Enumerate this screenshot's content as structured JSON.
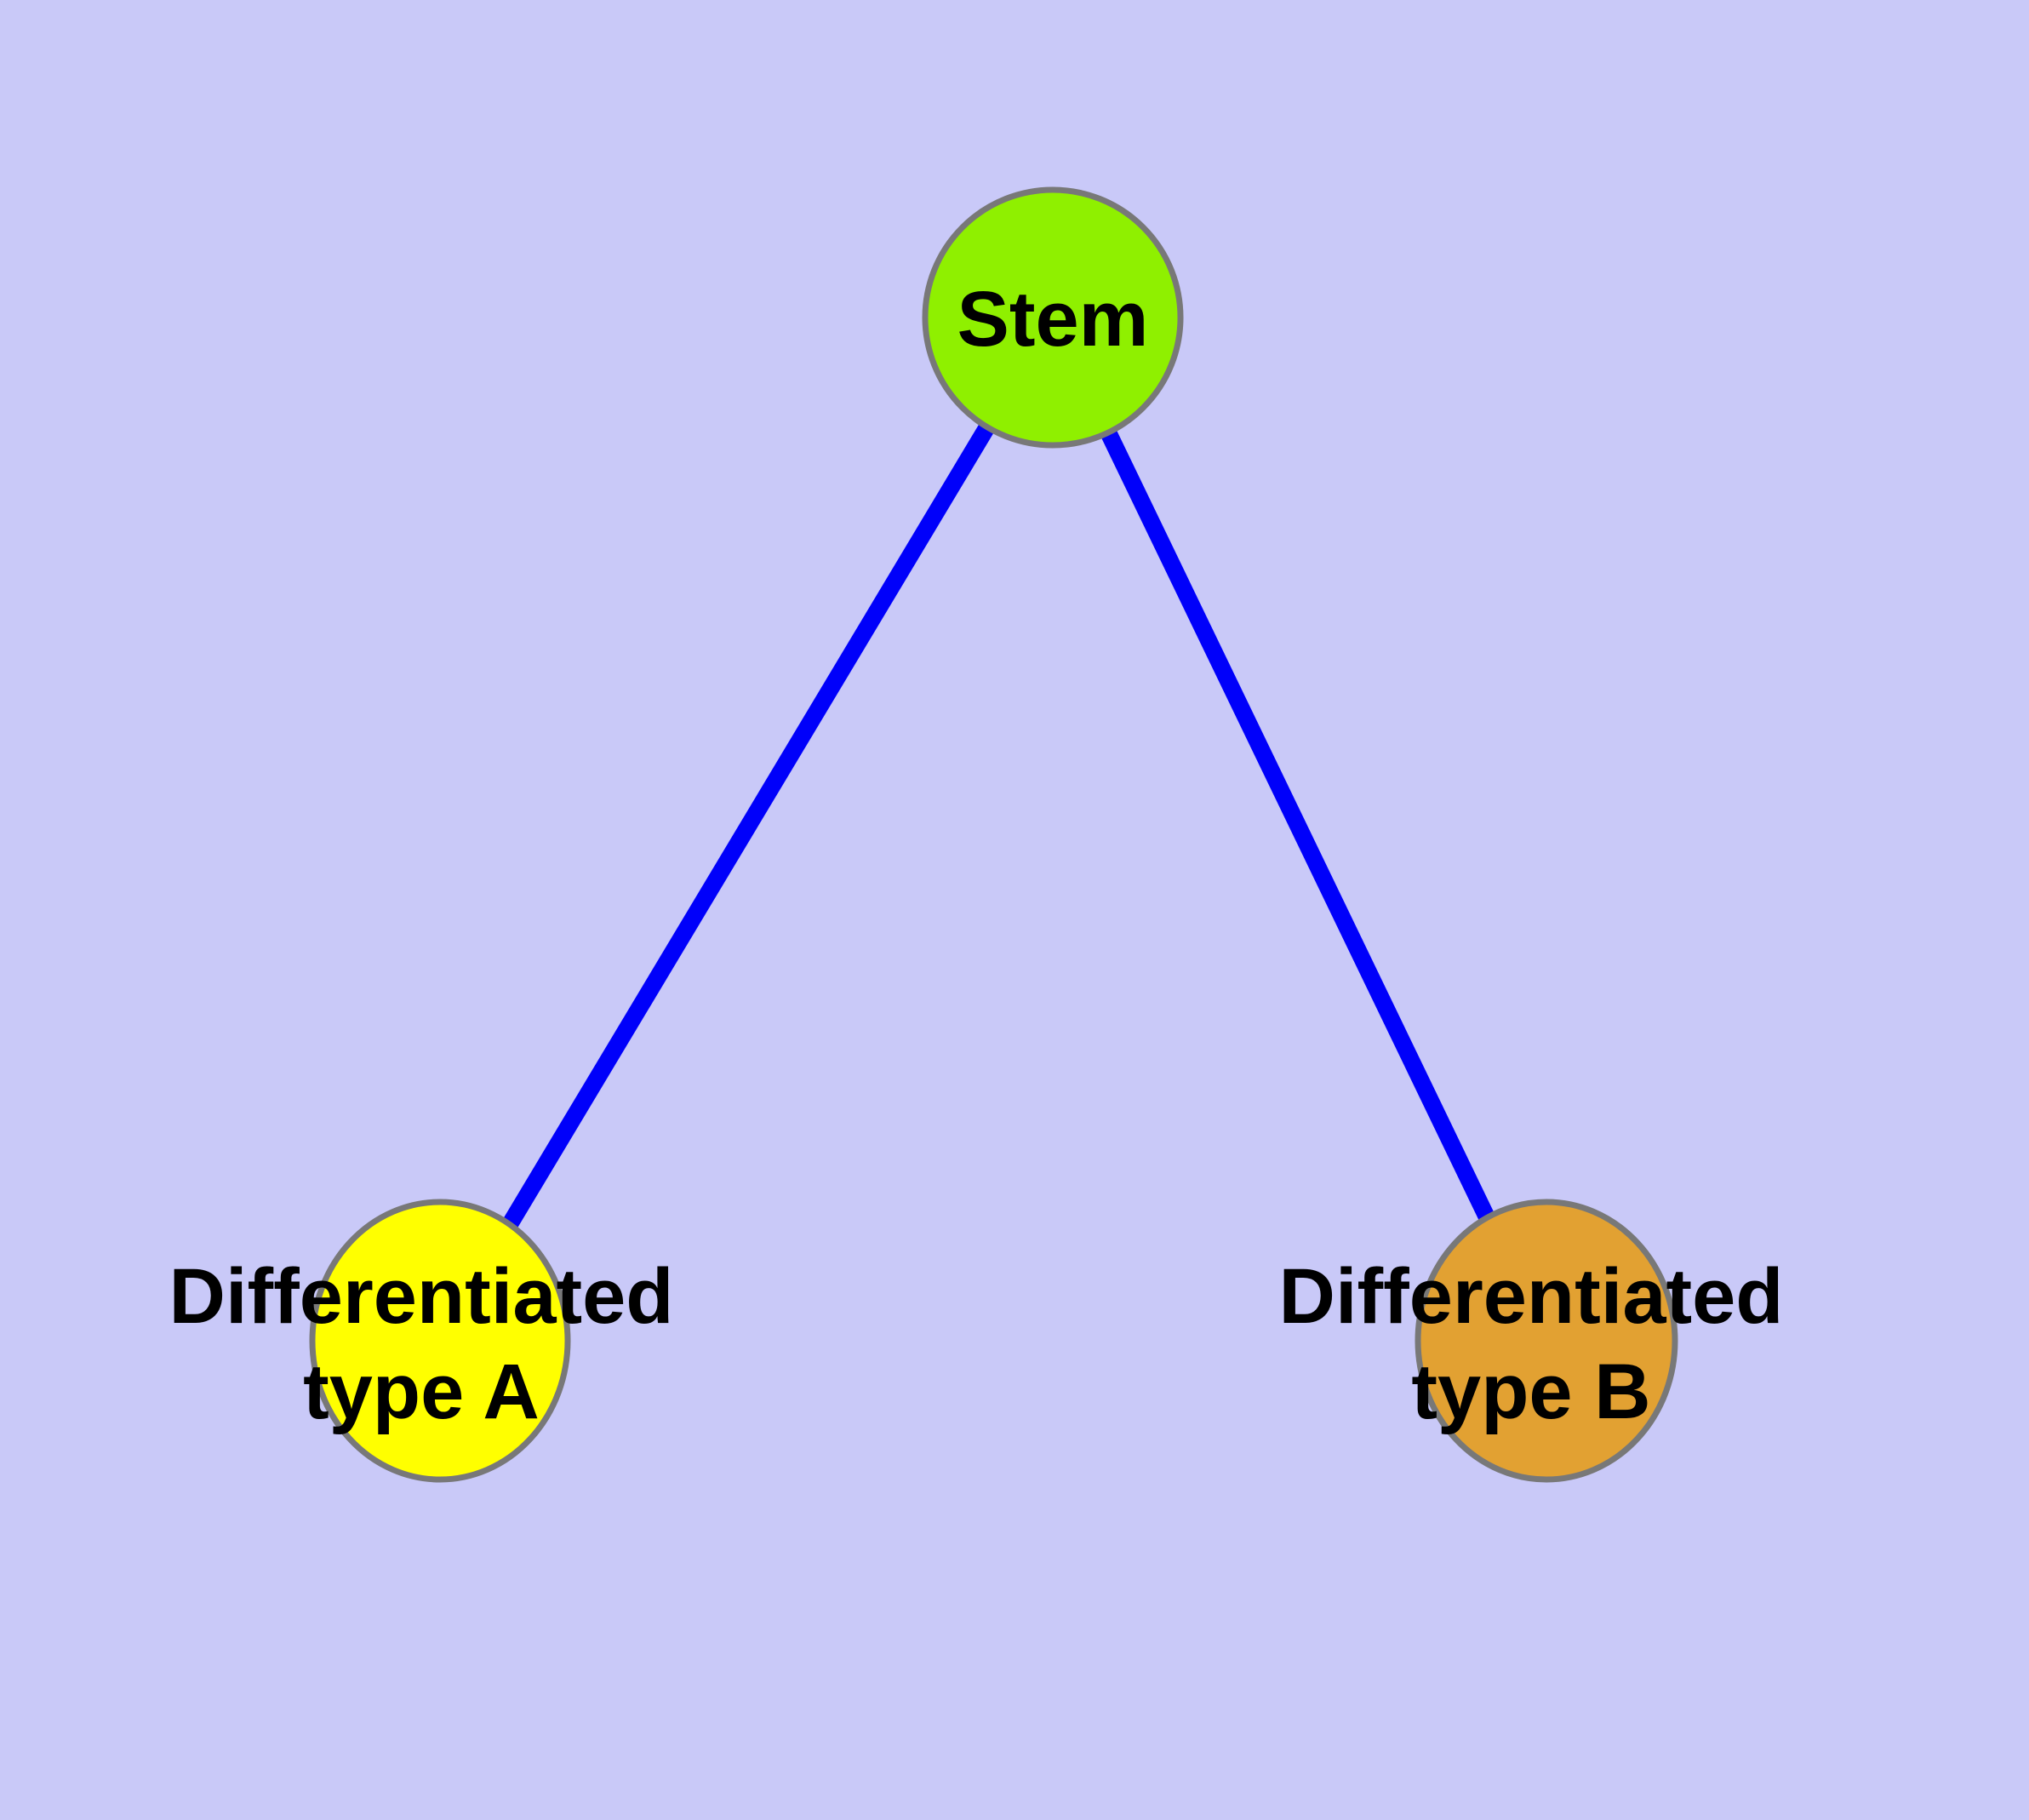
{
  "diagram": {
    "type": "node-link-graph",
    "colors": {
      "background": "#c9c9f8",
      "edge": "#0000fa",
      "node_border": "#787878",
      "label": "#000000",
      "stem_fill": "#8ff000",
      "type_a_fill": "#ffff00",
      "type_b_fill": "#e2a132"
    },
    "nodes": [
      {
        "id": "stem",
        "label": "Stem",
        "fill": "#8ff000",
        "shape": "circle"
      },
      {
        "id": "type_a",
        "label": "Differentiated type A",
        "label_line1": "Differentiated",
        "label_line2": "type A",
        "fill": "#ffff00",
        "shape": "circle"
      },
      {
        "id": "type_b",
        "label": "Differentiated type B",
        "label_line1": "Differentiated",
        "label_line2": "type B",
        "fill": "#e2a132",
        "shape": "circle"
      }
    ],
    "edges": [
      {
        "from": "Stem",
        "to": "Differentiated type A"
      },
      {
        "from": "Stem",
        "to": "Differentiated type B"
      }
    ]
  }
}
